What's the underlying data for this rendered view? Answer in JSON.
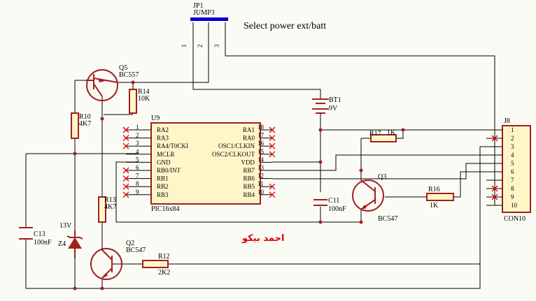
{
  "title": "Select power ext/batt",
  "watermark": "احمد بيكو",
  "jumper": {
    "ref": "JP1",
    "name": "JUMP3",
    "pins": [
      "1",
      "2",
      "3"
    ]
  },
  "mcu": {
    "ref": "U9",
    "part": "PIC16x84",
    "left_pins": [
      {
        "num": "1",
        "name": "RA2"
      },
      {
        "num": "2",
        "name": "RA3"
      },
      {
        "num": "3",
        "name": "RA4/T0CKI"
      },
      {
        "num": "4",
        "name": "MCLR"
      },
      {
        "num": "5",
        "name": "GND"
      },
      {
        "num": "6",
        "name": "RB0/INT"
      },
      {
        "num": "7",
        "name": "RB1"
      },
      {
        "num": "8",
        "name": "RB2"
      },
      {
        "num": "9",
        "name": "RB3"
      }
    ],
    "right_pins": [
      {
        "num": "18",
        "name": "RA1"
      },
      {
        "num": "17",
        "name": "RA0"
      },
      {
        "num": "16",
        "name": "OSC1/CLKIN"
      },
      {
        "num": "15",
        "name": "OSC2/CLKOUT"
      },
      {
        "num": "14",
        "name": "VDD"
      },
      {
        "num": "13",
        "name": "RB7"
      },
      {
        "num": "12",
        "name": "RB6"
      },
      {
        "num": "11",
        "name": "RB5"
      },
      {
        "num": "10",
        "name": "RB4"
      }
    ]
  },
  "connector": {
    "ref": "J8",
    "name": "CON10",
    "pins": [
      "1",
      "2",
      "3",
      "4",
      "5",
      "6",
      "7",
      "8",
      "9",
      "10"
    ]
  },
  "components": {
    "q5": {
      "ref": "Q5",
      "value": "BC557"
    },
    "q3": {
      "ref": "Q3",
      "value": "BC547"
    },
    "q2": {
      "ref": "Q2",
      "value": "BC547"
    },
    "r14": {
      "ref": "R14",
      "value": "10K"
    },
    "r10": {
      "ref": "R10",
      "value": "4K7"
    },
    "r13": {
      "ref": "R13",
      "value": "4K7"
    },
    "r17": {
      "ref": "R17",
      "value": "1K"
    },
    "r16": {
      "ref": "R16",
      "value": "1K"
    },
    "r12": {
      "ref": "R12",
      "value": "2K2"
    },
    "bt1": {
      "ref": "BT1",
      "value": "9V"
    },
    "c11": {
      "ref": "C11",
      "value": "100nF"
    },
    "c13": {
      "ref": "C13",
      "value": "100nF"
    },
    "z4": {
      "ref": "Z4",
      "value": "13V"
    }
  },
  "colors": {
    "wire": "#000000",
    "component": "#a0201e",
    "ic_fill": "#fff6c8",
    "no_connect": "#e00000",
    "jumper_bar": "#0000cc",
    "watermark": "#e00000"
  }
}
